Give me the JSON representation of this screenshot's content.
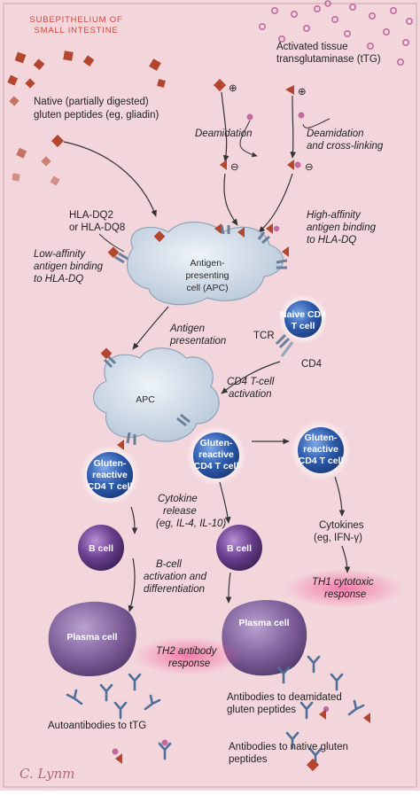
{
  "header": {
    "line1": "SUBEPITHELIUM OF",
    "line2": "SMALL INTESTINE"
  },
  "labels": {
    "ttg_line1": "Activated tissue",
    "ttg_line2": "transglutaminase (tTG)",
    "native_line1": "Native (partially digested)",
    "native_line2": "gluten peptides (eg, gliadin)",
    "deamidation": "Deamidation",
    "deamidation_cross_line1": "Deamidation",
    "deamidation_cross_line2": "and cross-linking",
    "hla_line1": "HLA-DQ2",
    "hla_line2": "or HLA-DQ8",
    "high_aff_line1": "High-affinity",
    "high_aff_line2": "antigen binding",
    "high_aff_line3": "to HLA-DQ",
    "low_aff_line1": "Low-affinity",
    "low_aff_line2": "antigen binding",
    "low_aff_line3": "to HLA-DQ",
    "apc_top_line1": "Antigen-",
    "apc_top_line2": "presenting",
    "apc_top_line3": "cell (APC)",
    "naive_line1": "Naive CD4",
    "naive_line2": "T cell",
    "tcr": "TCR",
    "cd4": "CD4",
    "antigen_pres_line1": "Antigen",
    "antigen_pres_line2": "presentation",
    "apc_mid": "APC",
    "cd4_act_line1": "CD4 T-cell",
    "cd4_act_line2": "activation",
    "gluten_line1": "Gluten-",
    "gluten_line2": "reactive",
    "gluten_line3": "CD4 T cell",
    "cytokine_line1": "Cytokine",
    "cytokine_line2": "release",
    "cytokine_line3": "(eg, IL-4, IL-10)",
    "cytokines_right_line1": "Cytokines",
    "cytokines_right_line2": "(eg, IFN-γ)",
    "b_cell": "B cell",
    "b_act_line1": "B-cell",
    "b_act_line2": "activation and",
    "b_act_line3": "differentiation",
    "th1_line1": "TH1 cytotoxic",
    "th1_line2": "response",
    "plasma_cell": "Plasma cell",
    "th2_line1": "TH2 antibody",
    "th2_line2": "response",
    "autoantibodies": "Autoantibodies to tTG",
    "ab_deam_line1": "Antibodies to deamidated",
    "ab_deam_line2": "gluten peptides",
    "ab_native_line1": "Antibodies to native gluten",
    "ab_native_line2": "peptides",
    "plus": "⊕",
    "minus": "⊖"
  },
  "signature": "C. Lynm",
  "colors": {
    "background": "#f3d6dc",
    "peptide": "#b4462f",
    "ttg": "#b86a9a",
    "apc": "#cfdbe6",
    "t_cell": "#2f5db0",
    "b_cell": "#6a3f8f",
    "plasma": "#7b5b97",
    "header": "#d0463a"
  }
}
